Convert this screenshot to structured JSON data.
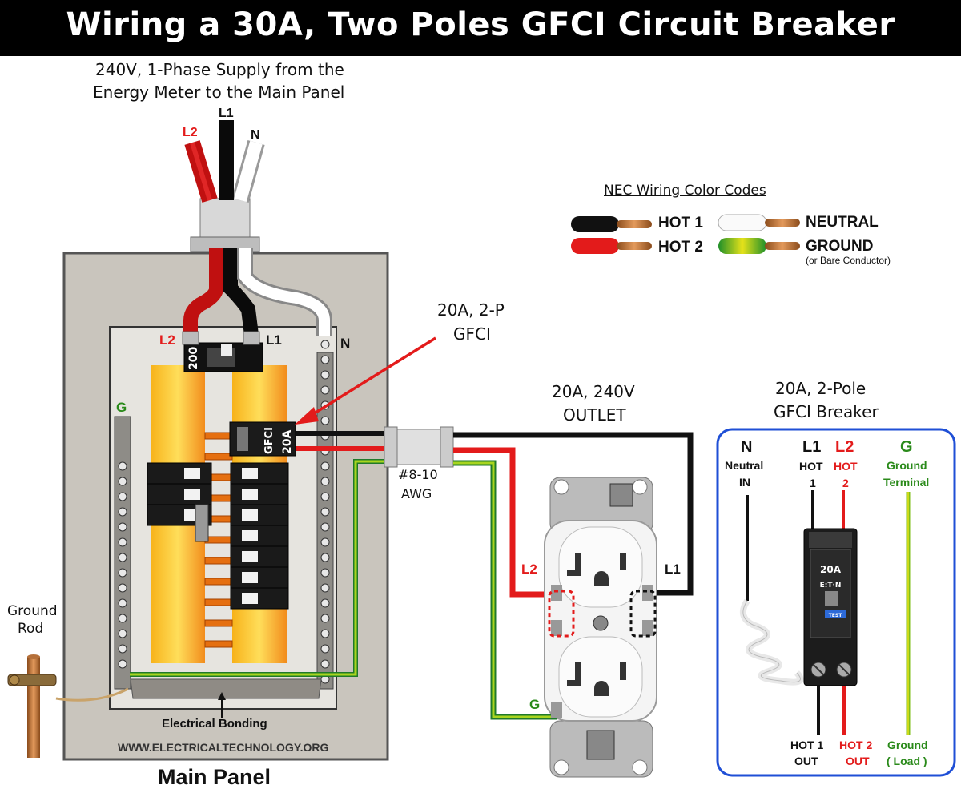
{
  "title": "Wiring a 30A, Two Poles GFCI Circuit Breaker",
  "supply": {
    "line1": "240V, 1-Phase Supply from the",
    "line2": "Energy Meter to the Main Panel",
    "l1": "L1",
    "l2": "L2",
    "n": "N"
  },
  "legend": {
    "title": "NEC Wiring  Color Codes",
    "items": [
      {
        "label": "HOT 1",
        "color": "#111111"
      },
      {
        "label": "HOT 2",
        "color": "#e31b1b"
      },
      {
        "label": "NEUTRAL",
        "color": "#f4f4f4"
      },
      {
        "label": "GROUND",
        "color": "#9bc61a"
      }
    ],
    "ground_note": "(or Bare Conductor)"
  },
  "main_panel": {
    "label": "Main Panel",
    "l2": "L2",
    "l1": "L1",
    "n": "N",
    "g": "G",
    "main_breaker_rating": "200",
    "gfci_text": "GFCI",
    "gfci_rating": "20A",
    "bonding_label": "Electrical Bonding",
    "website": "WWW.ELECTRICALTECHNOLOGY.ORG"
  },
  "ground_rod": {
    "line1": "Ground",
    "line2": "Rod"
  },
  "gfci_callout": {
    "line1": "20A, 2-P",
    "line2": "GFCI"
  },
  "cable": {
    "line1": "#8-10",
    "line2": "AWG"
  },
  "outlet": {
    "title_line1": "20A, 240V",
    "title_line2": "OUTLET",
    "l2": "L2",
    "l1": "L1",
    "g": "G"
  },
  "breaker_detail": {
    "title_line1": "20A, 2-Pole",
    "title_line2": "GFCI Breaker",
    "n": "N",
    "neutral_in_1": "Neutral",
    "neutral_in_2": "IN",
    "l1": "L1",
    "hot1_1": "HOT",
    "hot1_2": "1",
    "l2": "L2",
    "hot2_1": "HOT",
    "hot2_2": "2",
    "g": "G",
    "ground_term_1": "Ground",
    "ground_term_2": "Terminal",
    "breaker_rating": "20A",
    "brand": "E:T·N",
    "test_label": "TEST",
    "hot1_out_1": "HOT 1",
    "hot1_out_2": "OUT",
    "hot2_out_1": "HOT 2",
    "hot2_out_2": "OUT",
    "ground_load_1": "Ground",
    "ground_load_2": "( Load )"
  },
  "colors": {
    "hot1": "#111111",
    "hot2": "#e31b1b",
    "neutral": "#f4f4f4",
    "ground": "#9bc61a",
    "busbar": "#f7941d",
    "panel": "#c9c5bd",
    "accent_blue": "#1f4fd6",
    "label_green": "#2a8a1a"
  }
}
